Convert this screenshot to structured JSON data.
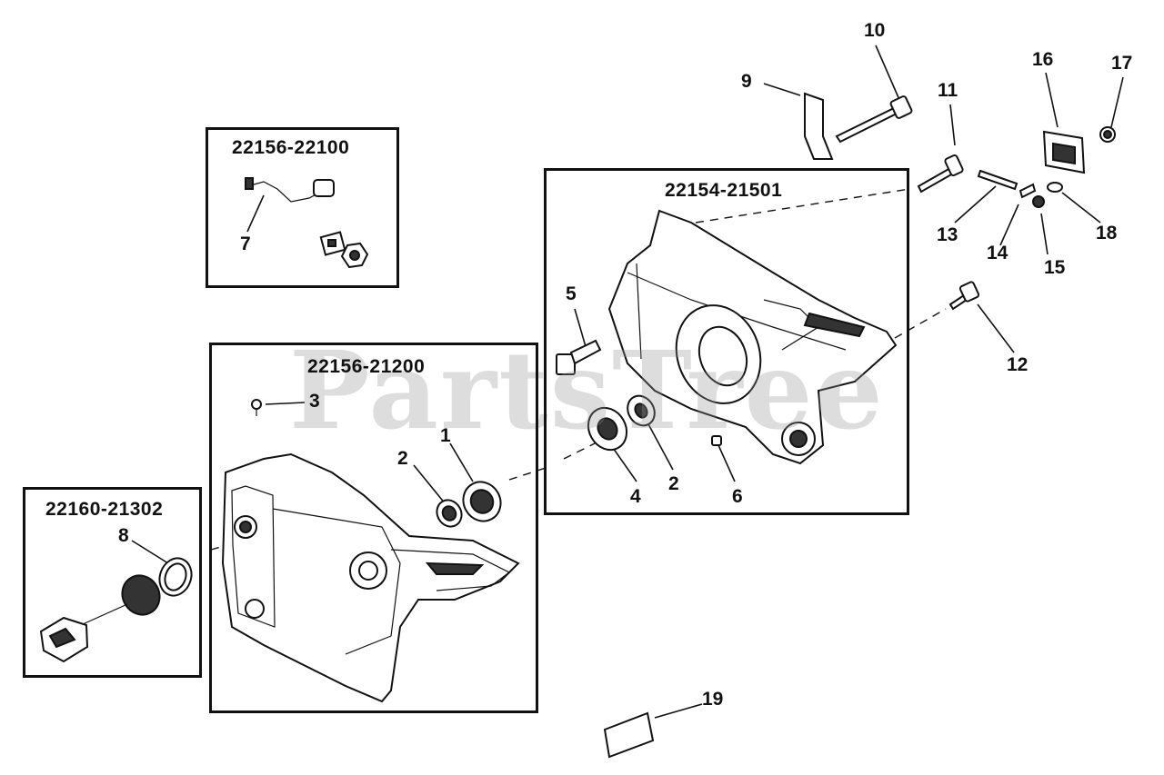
{
  "watermark": "PartsTree",
  "kits": [
    {
      "id": "kit-1",
      "code": "22156-22100"
    },
    {
      "id": "kit-2",
      "code": "22154-21501"
    },
    {
      "id": "kit-3",
      "code": "22156-21200"
    },
    {
      "id": "kit-4",
      "code": "22160-21302"
    }
  ],
  "callouts": [
    "1",
    "2",
    "3",
    "4",
    "2",
    "5",
    "6",
    "7",
    "8",
    "9",
    "10",
    "11",
    "12",
    "13",
    "14",
    "15",
    "16",
    "17",
    "18",
    "19"
  ]
}
